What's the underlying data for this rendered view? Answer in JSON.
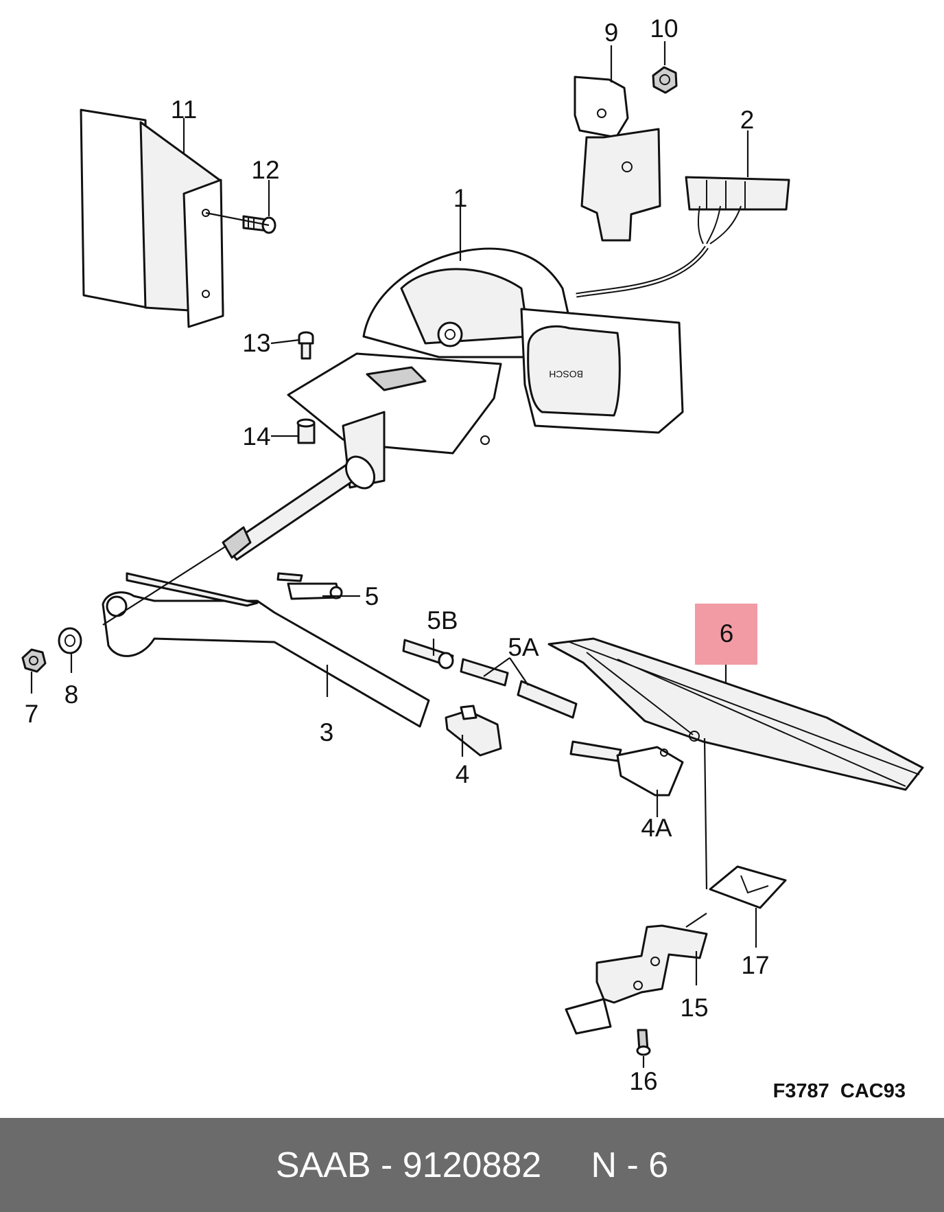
{
  "figure_code": "F3787  CAC93",
  "highlight_color": "#f08a94",
  "highlighted_part": "6",
  "callouts": {
    "p1": "1",
    "p2": "2",
    "p3": "3",
    "p4": "4",
    "p4A": "4A",
    "p5": "5",
    "p5A": "5A",
    "p5B": "5B",
    "p6": "6",
    "p7": "7",
    "p8": "8",
    "p9": "9",
    "p10": "10",
    "p11": "11",
    "p12": "12",
    "p13": "13",
    "p14": "14",
    "p15": "15",
    "p16": "16",
    "p17": "17"
  },
  "footer": {
    "brand": "SAAB",
    "part_number": "9120882",
    "position": "N - 6",
    "text": "SAAB - 9120882     N - 6"
  }
}
